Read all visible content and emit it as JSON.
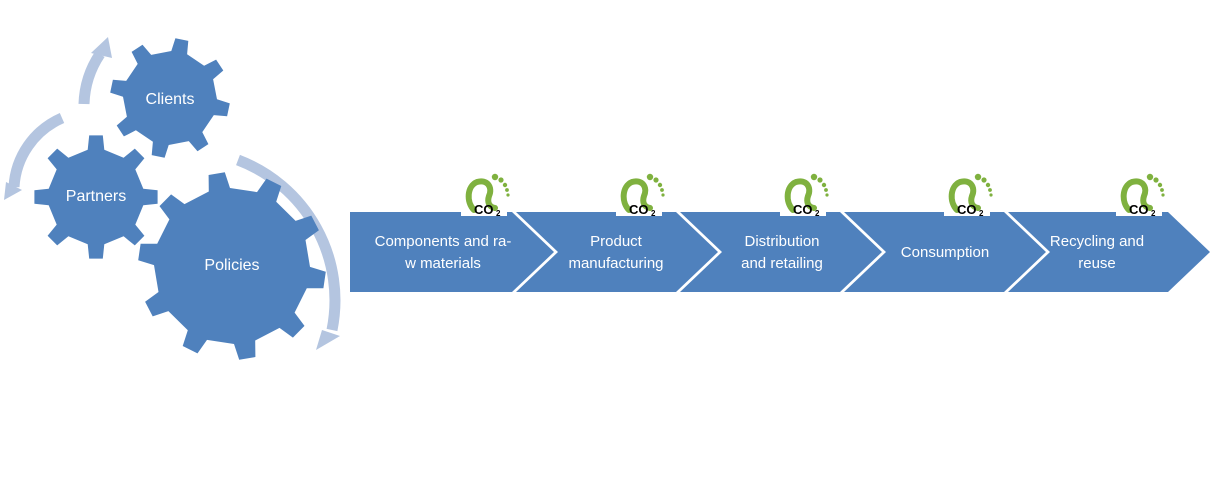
{
  "gears": [
    {
      "id": "clients",
      "label": "Clients"
    },
    {
      "id": "partners",
      "label": "Partners"
    },
    {
      "id": "policies",
      "label": "Policies"
    }
  ],
  "stages": [
    {
      "id": "components",
      "lines": [
        "Components and ra-",
        "w materials"
      ]
    },
    {
      "id": "manufacturing",
      "lines": [
        "Product",
        "manufacturing"
      ]
    },
    {
      "id": "distribution",
      "lines": [
        "Distribution",
        "and retailing"
      ]
    },
    {
      "id": "consumption",
      "lines": [
        "Consumption"
      ]
    },
    {
      "id": "recycling",
      "lines": [
        "Recycling and",
        "reuse"
      ]
    }
  ],
  "badge": {
    "icon": "carbon-footprint-icon",
    "text": "CO",
    "subscript": "2"
  },
  "colors": {
    "gear": "#4f81bd",
    "chevron": "#4f81bd",
    "cycle_arrow": "#b4c5e0",
    "footprint": "#7fb13f",
    "text": "#ffffff"
  }
}
